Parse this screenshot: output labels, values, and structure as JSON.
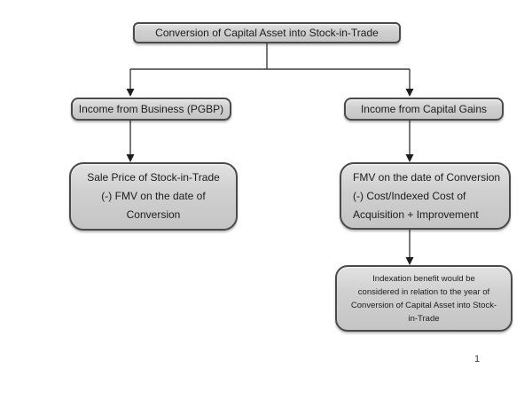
{
  "diagram": {
    "root": {
      "label": "Conversion of Capital Asset into Stock-in-Trade"
    },
    "branches": {
      "business": {
        "label": "Income from Business (PGBP)"
      },
      "capital_gains": {
        "label": "Income from Capital Gains"
      }
    },
    "business_computation": {
      "lines": [
        "Sale Price of Stock-in-Trade",
        "(-) FMV on the date of",
        "Conversion"
      ]
    },
    "capital_gains_computation": {
      "lines": [
        "FMV on the date of Conversion",
        "(-) Cost/Indexed Cost of",
        "Acquisition + Improvement"
      ]
    },
    "indexation_note": {
      "lines": [
        "Indexation benefit would be",
        "considered in relation to the year of",
        "Conversion of Capital Asset into Stock-",
        "in-Trade"
      ]
    }
  },
  "page": {
    "number": "1"
  },
  "colors": {
    "background": "#ffffff",
    "box_fill_top": "#e2e2e2",
    "box_fill_bottom": "#c5c5c5",
    "box_border": "#4a4a4a",
    "connector": "#3d3d3d",
    "text": "#1c1c1c"
  }
}
